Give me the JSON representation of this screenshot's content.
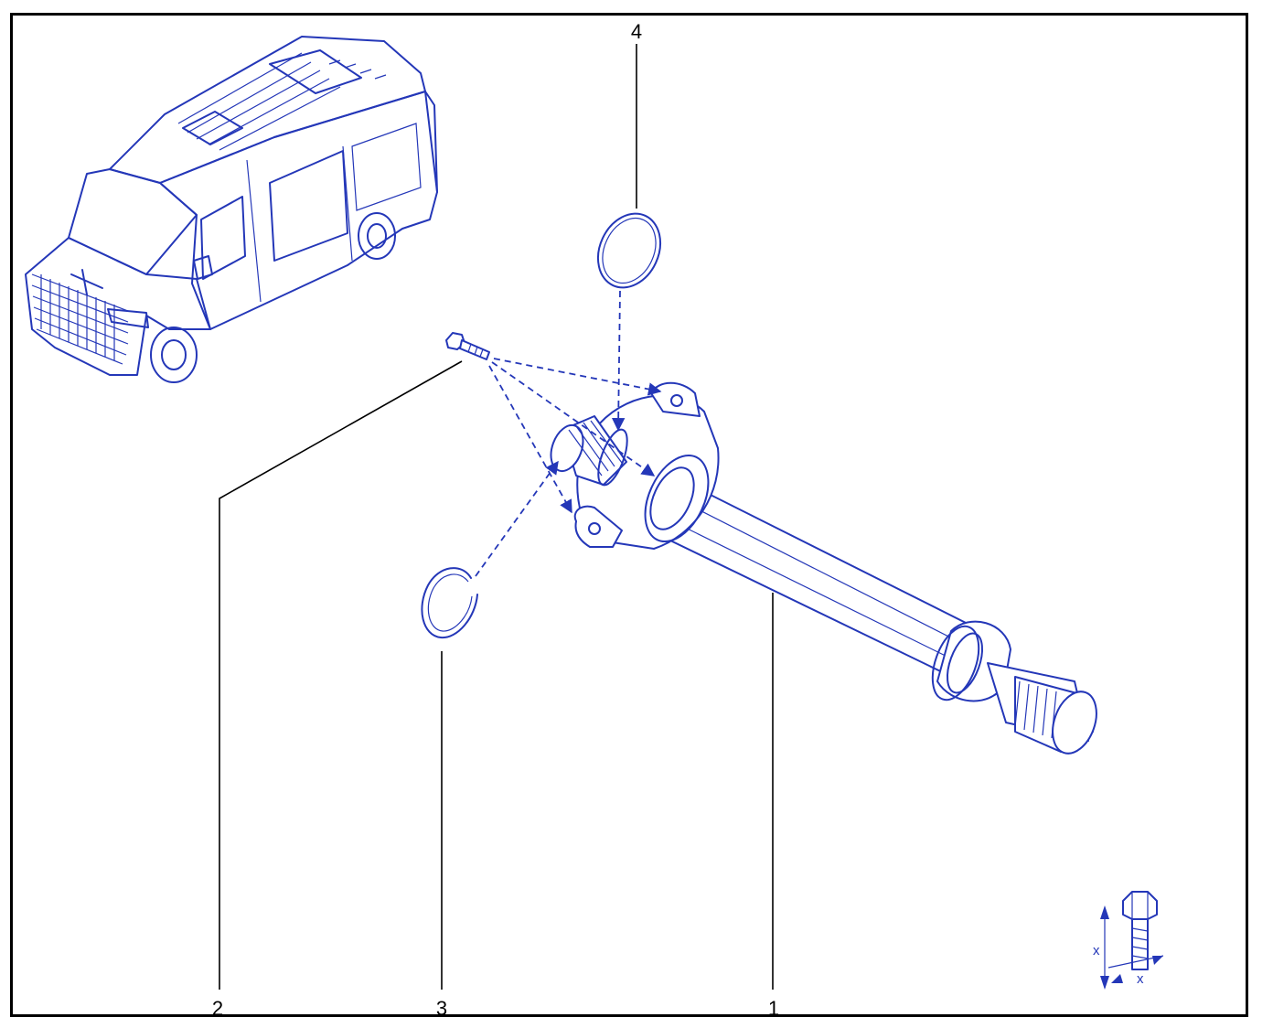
{
  "callouts": [
    {
      "id": "1",
      "label": "1"
    },
    {
      "id": "2",
      "label": "2"
    },
    {
      "id": "3",
      "label": "3"
    },
    {
      "id": "4",
      "label": "4"
    }
  ],
  "bolt_symbol": {
    "dim_label_vertical": "x",
    "dim_label_horizontal": "x"
  },
  "colors": {
    "ink": "#2437b8",
    "leader": "#000000",
    "frame": "#000000"
  },
  "icons": [
    "van-illustration",
    "drive-shaft",
    "bolt",
    "circlip",
    "o-ring",
    "bolt-length-symbol"
  ]
}
